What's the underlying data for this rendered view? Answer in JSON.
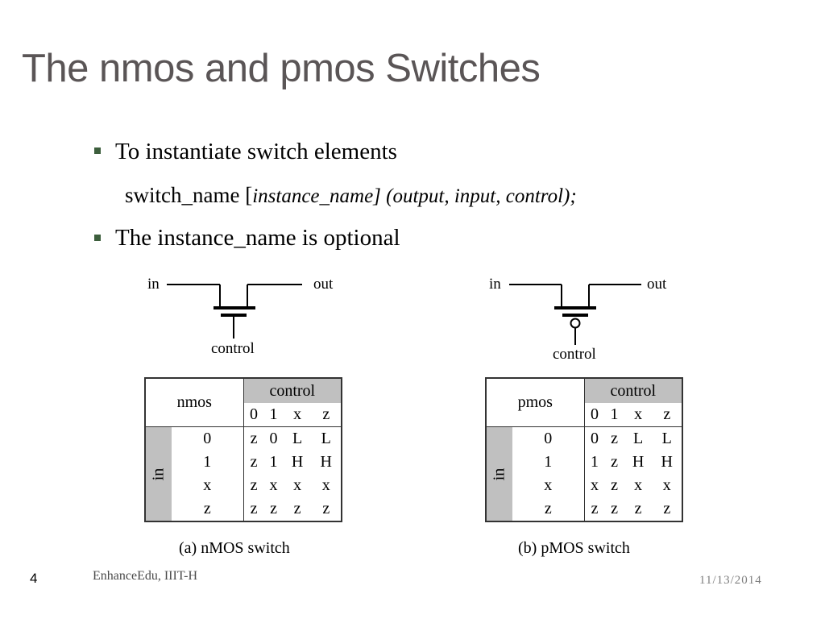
{
  "title": "The nmos and pmos Switches",
  "bullets": {
    "b1": "To instantiate switch elements",
    "code_plain": "switch_name [",
    "code_italic": "instance_name] (output, input, control);",
    "b2": "The instance_name is optional"
  },
  "nmos": {
    "in_label": "in",
    "out_label": "out",
    "control_label": "control",
    "table": {
      "corner": "nmos",
      "control_header": "control",
      "in_header": "in",
      "control_values": [
        "0",
        "1",
        "x",
        "z"
      ],
      "rows": [
        {
          "in": "0",
          "vals": [
            "z",
            "0",
            "L",
            "L"
          ]
        },
        {
          "in": "1",
          "vals": [
            "z",
            "1",
            "H",
            "H"
          ]
        },
        {
          "in": "x",
          "vals": [
            "z",
            "x",
            "x",
            "x"
          ]
        },
        {
          "in": "z",
          "vals": [
            "z",
            "z",
            "z",
            "z"
          ]
        }
      ]
    },
    "caption": "(a) nMOS switch"
  },
  "pmos": {
    "in_label": "in",
    "out_label": "out",
    "control_label": "control",
    "table": {
      "corner": "pmos",
      "control_header": "control",
      "in_header": "in",
      "control_values": [
        "0",
        "1",
        "x",
        "z"
      ],
      "rows": [
        {
          "in": "0",
          "vals": [
            "0",
            "z",
            "L",
            "L"
          ]
        },
        {
          "in": "1",
          "vals": [
            "1",
            "z",
            "H",
            "H"
          ]
        },
        {
          "in": "x",
          "vals": [
            "x",
            "z",
            "x",
            "x"
          ]
        },
        {
          "in": "z",
          "vals": [
            "z",
            "z",
            "z",
            "z"
          ]
        }
      ]
    },
    "caption": "(b) pMOS switch"
  },
  "footer": {
    "slide_number": "4",
    "organization": "EnhanceEdu, IIIT-H",
    "date": "11/13/2014"
  },
  "colors": {
    "title": "#5a5556",
    "bullet": "#3c5e3c",
    "table_header_fill": "#c0c0c0",
    "table_border": "#333333"
  }
}
